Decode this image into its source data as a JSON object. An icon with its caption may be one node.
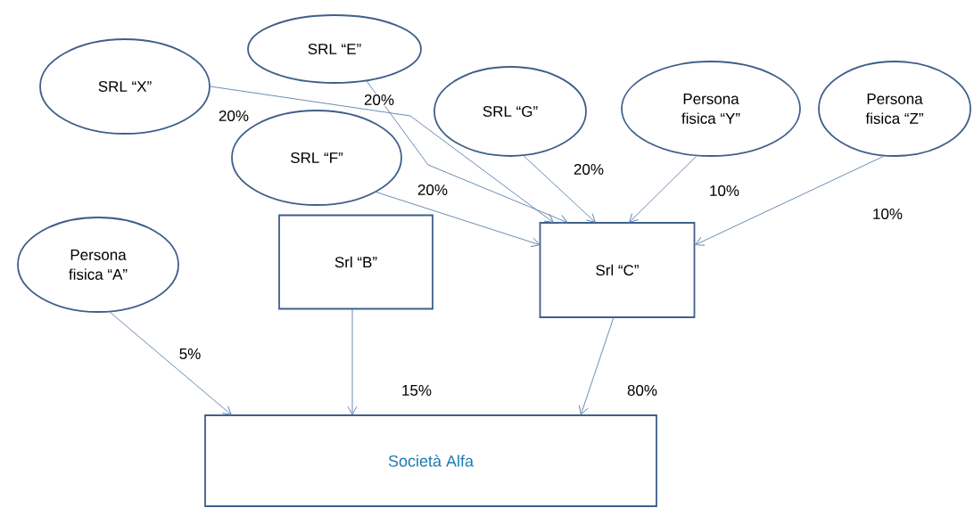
{
  "diagram": {
    "nodes": [
      {
        "text": [
          "SRL “E”"
        ]
      },
      {
        "text": [
          "SRL “X”"
        ]
      },
      {
        "text": [
          "SRL “G”"
        ]
      },
      {
        "text": [
          "Persona fisica “Y”"
        ]
      },
      {
        "text": [
          "Persona fisica “Z”"
        ]
      },
      {
        "text": [
          "SRL “F”"
        ]
      },
      {
        "text": [
          "Persona fisica “A”"
        ]
      },
      {
        "text": [
          "Srl “B”"
        ]
      },
      {
        "text": [
          "Srl “C”"
        ]
      },
      {
        "text": [
          "Società Alfa"
        ]
      }
    ],
    "edges": [
      {
        "from": 1,
        "to": 8,
        "arrow": "to",
        "label": "20%"
      },
      {
        "from": 0,
        "to": 8,
        "arrow": "to",
        "label": "20%"
      },
      {
        "from": 5,
        "to": 8,
        "arrow": "to",
        "label": "20%"
      },
      {
        "from": 2,
        "to": 8,
        "arrow": "to",
        "label": "20%"
      },
      {
        "from": 3,
        "to": 8,
        "arrow": "to",
        "label": "10%"
      },
      {
        "from": 4,
        "to": 8,
        "arrow": "to",
        "label": "10%"
      },
      {
        "from": 6,
        "to": 9,
        "arrow": "to",
        "label": "5%"
      },
      {
        "from": 7,
        "to": 9,
        "arrow": "to",
        "label": "15%"
      },
      {
        "from": 8,
        "to": 9,
        "arrow": "to",
        "label": "80%"
      }
    ]
  }
}
